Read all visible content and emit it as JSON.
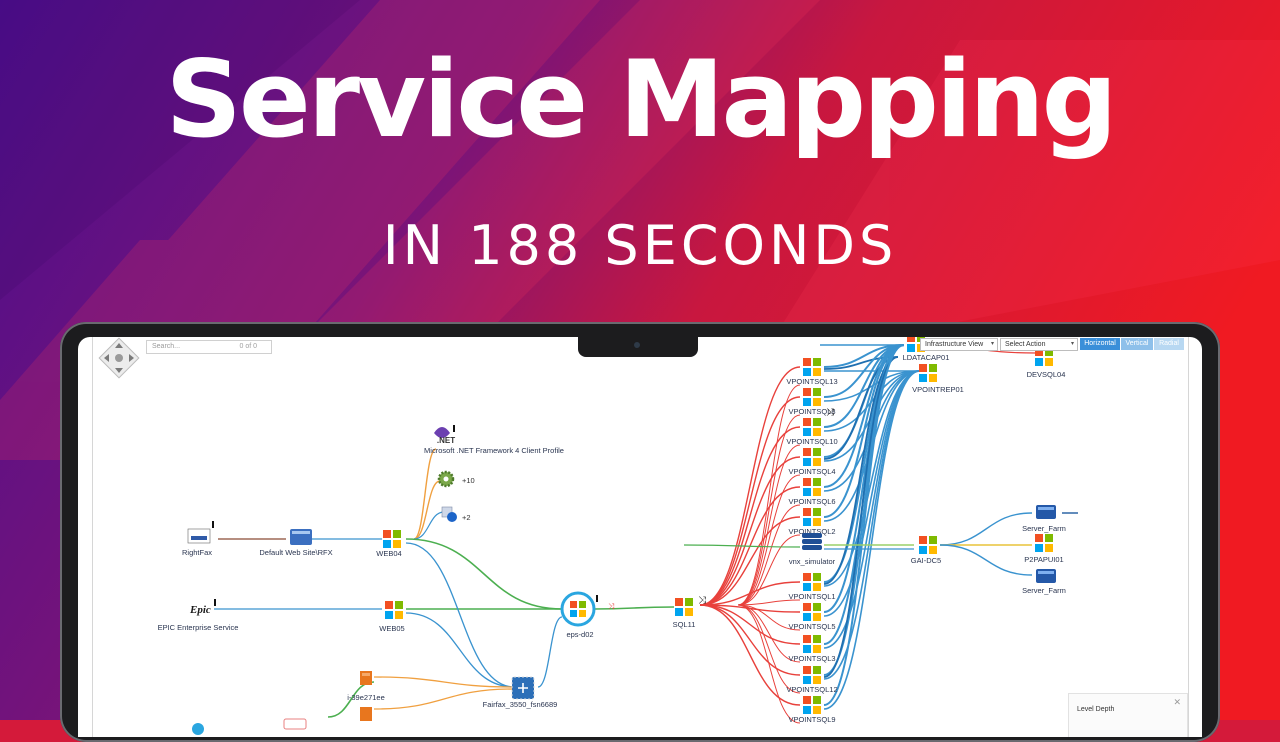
{
  "hero": {
    "title": "Service Mapping",
    "subtitle": "IN 188 SECONDS"
  },
  "colors": {
    "purple": "#4b0f8a",
    "red": "#e8192c",
    "line_red": "#e8413c",
    "line_blue": "#3a93cf",
    "line_green": "#4caf50",
    "line_orange": "#f0a040",
    "line_yellow": "#e8c43a"
  },
  "toolbar": {
    "search_placeholder": "Search...",
    "search_count": "0 of 0",
    "view_select": "Infrastructure View",
    "action_select": "Select Action",
    "layouts": [
      "Horizontal",
      "Vertical",
      "Radial"
    ]
  },
  "panel": {
    "title": "Level Depth"
  },
  "nodes": {
    "rightfax": "RightFax",
    "default_web_site": "Default Web Site\\RFX",
    "web04": "WEB04",
    "dotnet": "Microsoft .NET Framework 4 Client Profile",
    "plus10": "+10",
    "plus2": "+2",
    "epic": "EPIC Enterprise Service",
    "web05": "WEB05",
    "eps": "eps-d02",
    "sql11": "SQL11",
    "fairfax": "Fairfax_3550_fsn6689",
    "ec2": "i-39e271ee",
    "vpointsql13": "VPOINTSQL13",
    "vpointsql8": "VPOINTSQL8",
    "vpointsql10": "VPOINTSQL10",
    "vpointsql4": "VPOINTSQL4",
    "vpointsql6": "VPOINTSQL6",
    "vpointsql2": "VPOINTSQL2",
    "vnx": "vnx_simulator",
    "vpointsql1": "VPOINTSQL1",
    "vpointsql5": "VPOINTSQL5",
    "vpointsql3": "VPOINTSQL3",
    "vpointsql12": "VPOINTSQL12",
    "vpointsql9": "VPOINTSQL9",
    "gaidc5": "GAI-DC5",
    "server_farm_1": "Server_Farm",
    "p2papui01": "P2PAPUI01",
    "server_farm_2": "Server_Farm",
    "ldatacap01": "LDATACAP01",
    "vpointrep01": "VPOINTREP01",
    "devsql04": "DEVSQL04",
    "dotnet_logo": ".NET",
    "epic_logo": "Epic"
  }
}
